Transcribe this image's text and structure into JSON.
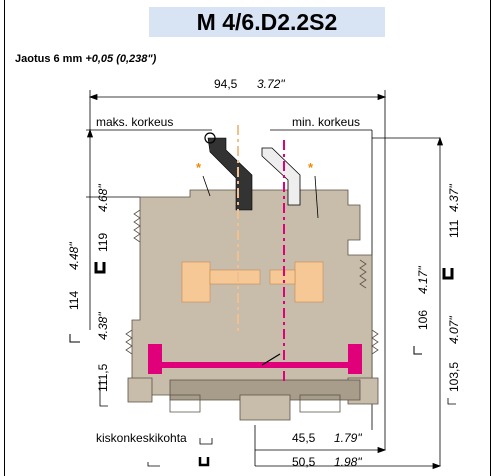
{
  "title": "M 4/6.D2.2S2",
  "pitch": {
    "label": "Jaotus 6 mm",
    "value": "+0,05 (0,238\")"
  },
  "dims": {
    "width_top": {
      "mm": "94,5",
      "in": "3.72\""
    },
    "height_left_outer": {
      "mm": "114",
      "in": "4.48\""
    },
    "height_left_max": {
      "mm": "119",
      "in": "4.68\""
    },
    "height_left_lower": {
      "mm": "111,5",
      "in": "4.38\""
    },
    "height_right_min": {
      "mm": "106",
      "in": "4.17\""
    },
    "height_right_outer": {
      "mm": "111",
      "in": "4.37\""
    },
    "height_right_lower": {
      "mm": "103,5",
      "in": "4.07\""
    },
    "bottom_1": {
      "mm": "45,5",
      "in": "1.79\""
    },
    "bottom_2": {
      "mm": "50,5",
      "in": "1.98\""
    }
  },
  "labels": {
    "max_height": "maks. korkeus",
    "min_height": "min. korkeus",
    "rail_center": "kiskonkeskikohta",
    "star": "*"
  },
  "colors": {
    "title_bg": "#d8e3f4",
    "housing": "#c8bcab",
    "housing_dark": "#a89c8a",
    "jumper_orange": "#f5c896",
    "magenta": "#e0007a",
    "star": "#f08a00"
  }
}
